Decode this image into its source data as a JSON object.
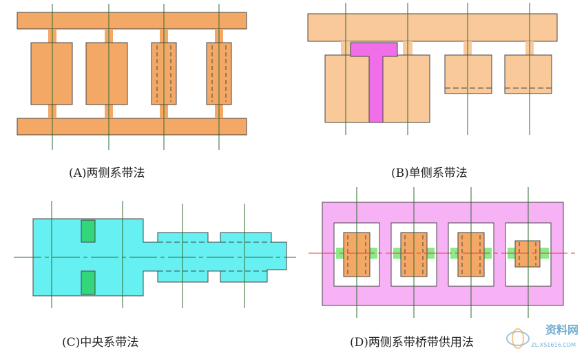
{
  "captions": {
    "a": "(A)两侧系带法",
    "b": "(B)单侧系带法",
    "c": "(C)中央系带法",
    "d": "(D)两侧系带桥带供用法"
  },
  "watermark": {
    "text": "资料网",
    "url": "ZL.XS1616.COM"
  },
  "colors": {
    "orange": "#f4a866",
    "peach": "#f9c99a",
    "magenta": "#f06ee8",
    "cyan": "#66f0f2",
    "green": "#33d67a",
    "pink": "#f7b2f6",
    "lightgreen": "#8ee98a",
    "axis": "#2e6b2e",
    "red": "#e04040",
    "stroke": "#444444"
  }
}
